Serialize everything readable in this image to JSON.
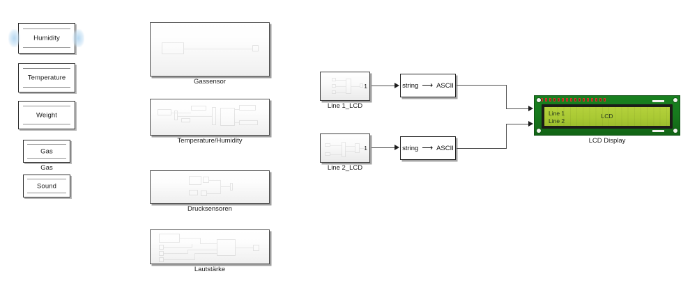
{
  "canvas": {
    "background": "#ffffff",
    "wire_color": "#4a4a4a",
    "block_border": "#2b2b2b"
  },
  "sources": {
    "highlight_color": "#b3d6f0",
    "items": [
      {
        "label": "Humidity",
        "selected": true,
        "under_label": ""
      },
      {
        "label": "Temperature",
        "selected": false,
        "under_label": ""
      },
      {
        "label": "Weight",
        "selected": false,
        "under_label": ""
      },
      {
        "label": "Gas",
        "selected": false,
        "under_label": "Gas"
      },
      {
        "label": "Sound",
        "selected": false,
        "under_label": ""
      }
    ]
  },
  "subsystems": {
    "items": [
      {
        "label": "Gassensor"
      },
      {
        "label": "Temperature/Humidity"
      },
      {
        "label": "Drucksensoren"
      },
      {
        "label": "Lautstärke"
      }
    ]
  },
  "lcd_chain": {
    "lines": [
      {
        "source_label": "Line 1_LCD",
        "port_number": "1"
      },
      {
        "source_label": "Line 2_LCD",
        "port_number": "1"
      }
    ],
    "converters": [
      {
        "from": "string",
        "arrow": "⟶",
        "to": "ASCII"
      },
      {
        "from": "string",
        "arrow": "⟶",
        "to": "ASCII"
      }
    ]
  },
  "lcd_display": {
    "caption": "LCD Display",
    "line_1": "Line 1",
    "line_2": "Line 2",
    "center_text": "LCD",
    "pcb_color": "#17791d",
    "screen_color": "#a9c933",
    "pin_count": 16
  }
}
